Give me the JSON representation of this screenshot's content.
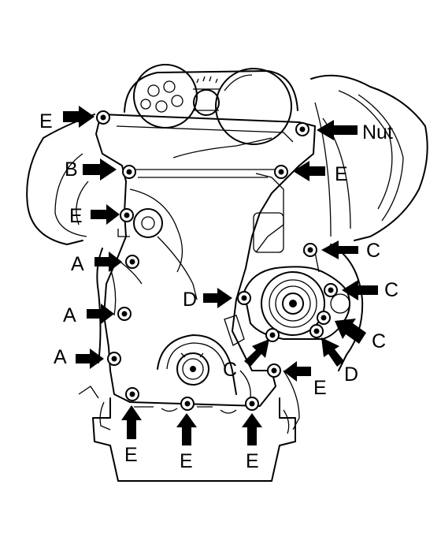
{
  "labels": {
    "nut": "Nut",
    "a": "A",
    "b": "B",
    "c": "C",
    "d": "D",
    "e": "E"
  }
}
